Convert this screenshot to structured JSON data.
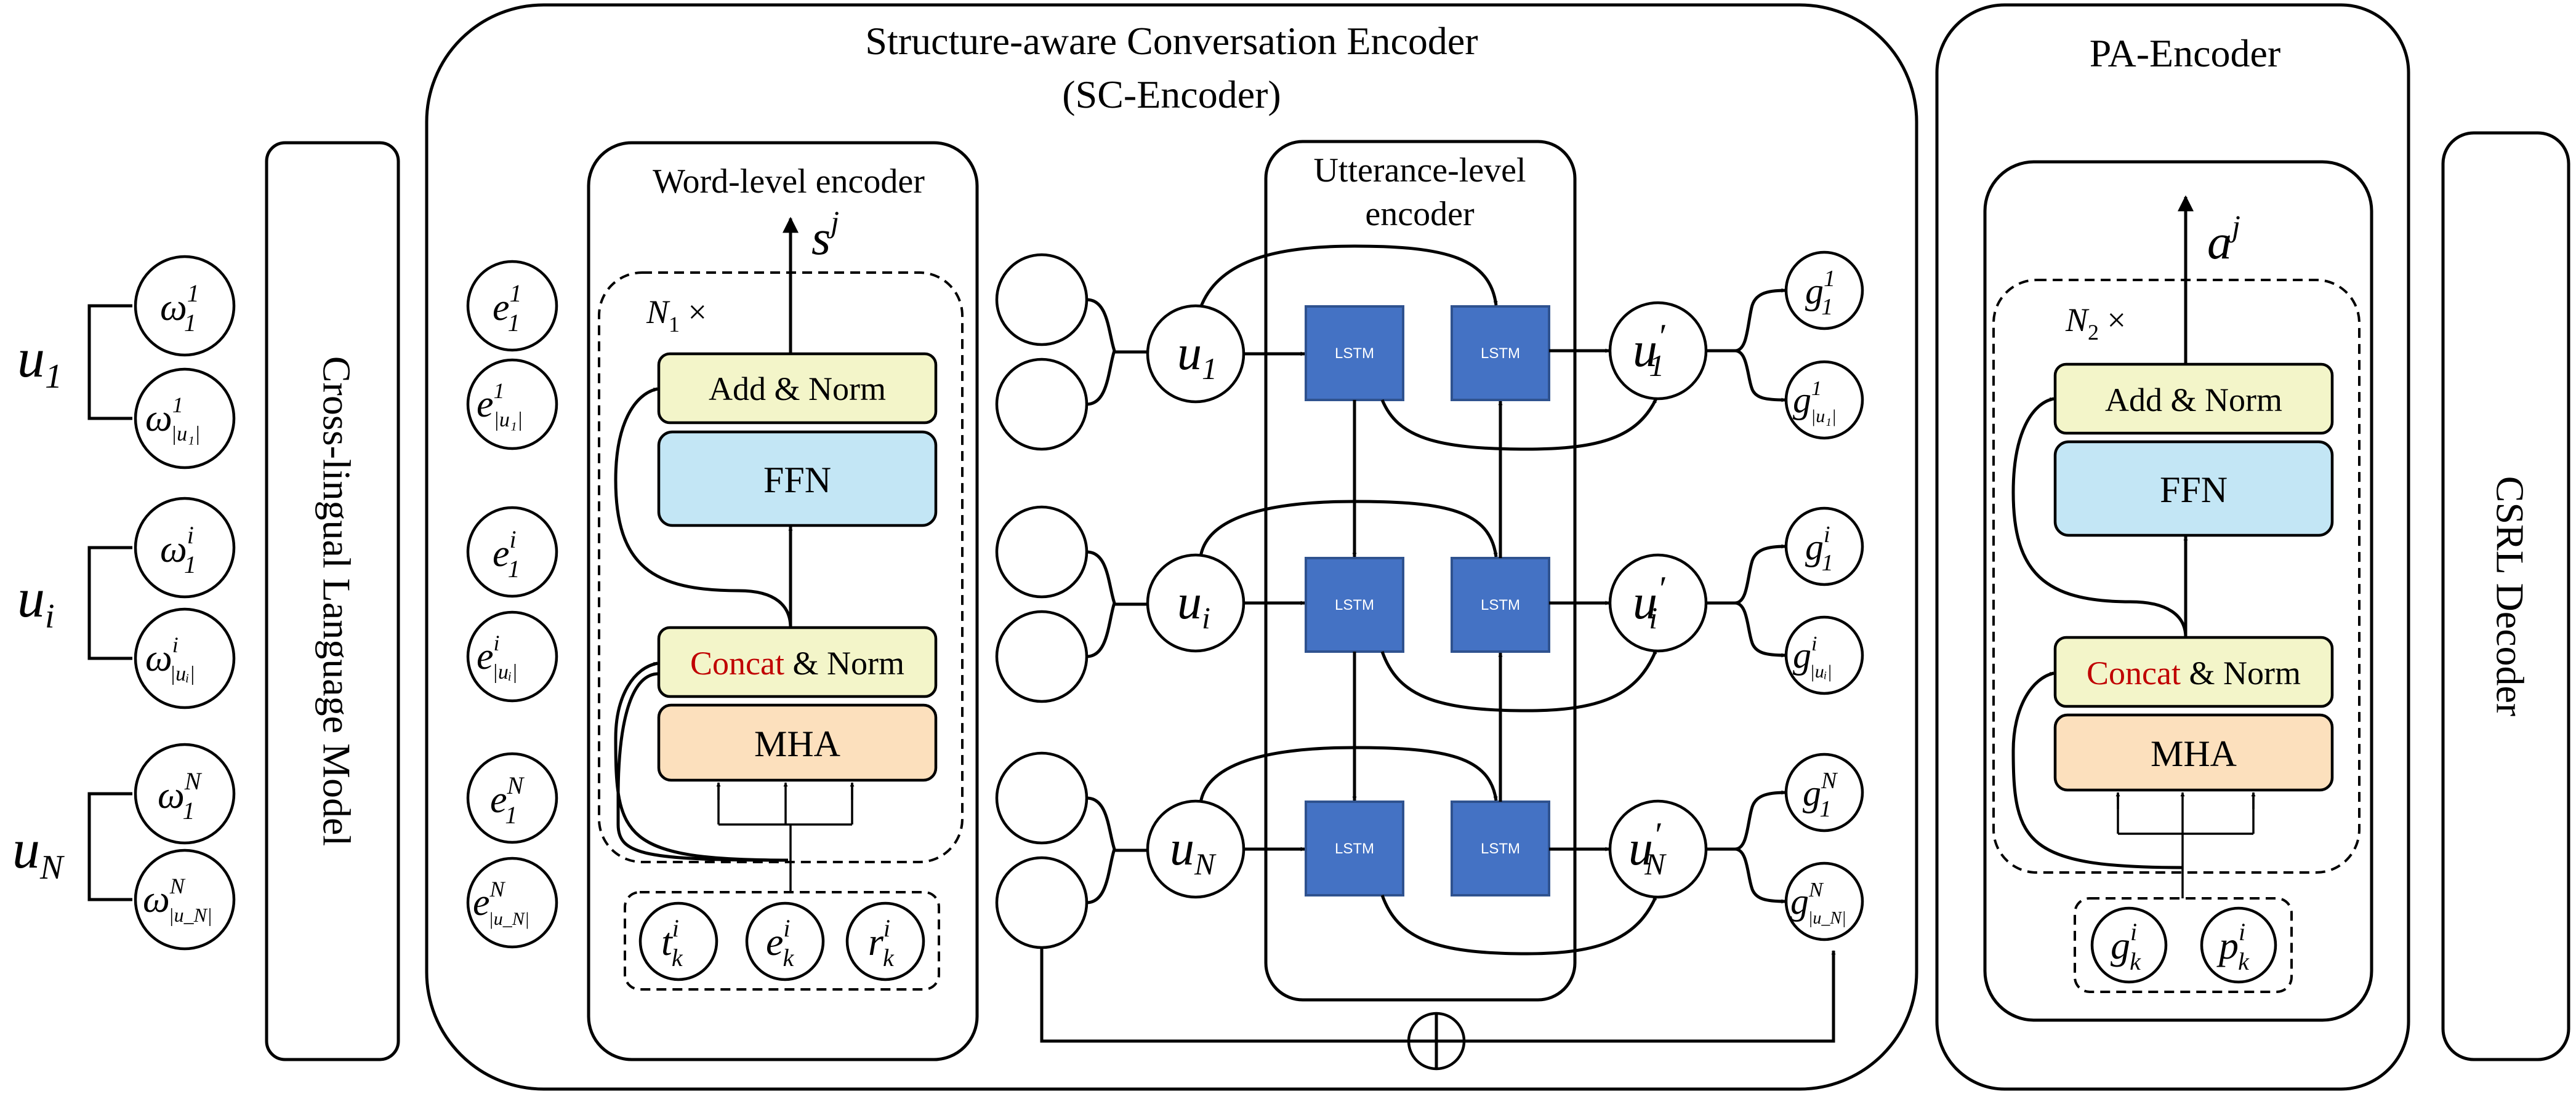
{
  "colors": {
    "lstm": "#4472C4",
    "add_norm": "#F3F5C9",
    "ffn": "#C3E6F5",
    "mha": "#FCE0BD",
    "concat_text": "#C00000"
  },
  "labels": {
    "sc_title_1": "Structure-aware Conversation Encoder",
    "sc_title_2": "(SC-Encoder)",
    "pa_title": "PA-Encoder",
    "xlm": "Cross-lingual Language Model",
    "csrl": "CSRL Decoder",
    "word_enc": "Word-level encoder",
    "utt_enc_1": "Utterance-level",
    "utt_enc_2": "encoder",
    "add_norm": "Add & Norm",
    "ffn": "FFN",
    "concat": "Concat",
    "and_norm": " & Norm",
    "mha": "MHA",
    "lstm": "LSTM",
    "n1": "N",
    "n1_sub": "1",
    "n2": "N",
    "n2_sub": "2",
    "times": " ×",
    "s_out": "s",
    "a_out": "a",
    "sup_j": "j"
  },
  "utterances": [
    {
      "sym": "u",
      "sub": "1"
    },
    {
      "sym": "u",
      "sub": "i"
    },
    {
      "sym": "u",
      "sub": "N"
    }
  ],
  "omega_nodes": [
    {
      "sym": "ω",
      "sup": "1",
      "sub": "1"
    },
    {
      "sym": "ω",
      "sup": "1",
      "sub": "|u₁|"
    },
    {
      "sym": "ω",
      "sup": "i",
      "sub": "1"
    },
    {
      "sym": "ω",
      "sup": "i",
      "sub": "|uᵢ|"
    },
    {
      "sym": "ω",
      "sup": "N",
      "sub": "1"
    },
    {
      "sym": "ω",
      "sup": "N",
      "sub": "|u_N|"
    }
  ],
  "e_nodes": [
    {
      "sym": "e",
      "sup": "1",
      "sub": "1"
    },
    {
      "sym": "e",
      "sup": "1",
      "sub": "|u₁|"
    },
    {
      "sym": "e",
      "sup": "i",
      "sub": "1"
    },
    {
      "sym": "e",
      "sup": "i",
      "sub": "|uᵢ|"
    },
    {
      "sym": "e",
      "sup": "N",
      "sub": "1"
    },
    {
      "sym": "e",
      "sup": "N",
      "sub": "|u_N|"
    }
  ],
  "word_inputs": [
    {
      "sym": "t",
      "sup": "i",
      "sub": "k"
    },
    {
      "sym": "e",
      "sup": "i",
      "sub": "k"
    },
    {
      "sym": "r",
      "sup": "i",
      "sub": "k"
    }
  ],
  "utt_outputs": [
    {
      "sym": "u",
      "prime": "′",
      "sub": "1"
    },
    {
      "sym": "u",
      "prime": "′",
      "sub": "i"
    },
    {
      "sym": "u",
      "prime": "′",
      "sub": "N"
    }
  ],
  "g_nodes": [
    {
      "sym": "g",
      "sup": "1",
      "sub": "1"
    },
    {
      "sym": "g",
      "sup": "1",
      "sub": "|u₁|"
    },
    {
      "sym": "g",
      "sup": "i",
      "sub": "1"
    },
    {
      "sym": "g",
      "sup": "i",
      "sub": "|uᵢ|"
    },
    {
      "sym": "g",
      "sup": "N",
      "sub": "1"
    },
    {
      "sym": "g",
      "sup": "N",
      "sub": "|u_N|"
    }
  ],
  "pa_inputs": [
    {
      "sym": "g",
      "sup": "i",
      "sub": "k"
    },
    {
      "sym": "p",
      "sup": "i",
      "sub": "k"
    }
  ],
  "oplus": "⊕"
}
